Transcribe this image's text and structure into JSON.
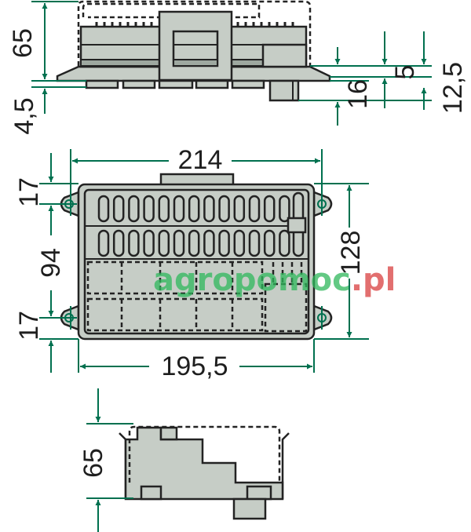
{
  "colors": {
    "dimension_line": "#00704f",
    "part_fill": "#c6cdc6",
    "outline": "#232323"
  },
  "top_view": {
    "height": "65",
    "foot": "4,5",
    "step_a": "5",
    "connector": "16",
    "step_b": "12,5"
  },
  "front_view": {
    "width_top": "214",
    "top_margin": "17",
    "hole_spacing": "94",
    "bottom_margin": "17",
    "height": "128",
    "width_bottom": "195,5"
  },
  "side_view": {
    "height": "65"
  },
  "watermark": "agropomoc.pl"
}
